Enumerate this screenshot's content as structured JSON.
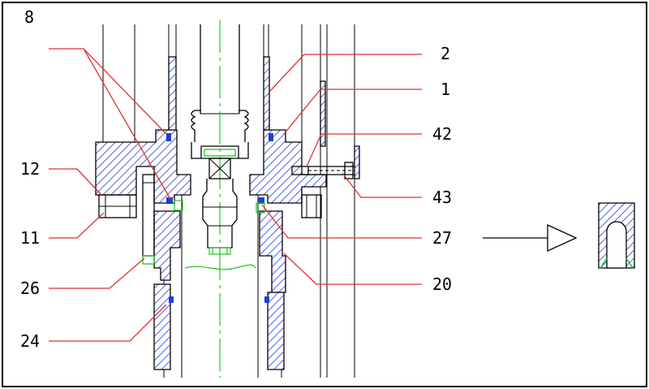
{
  "drawing": {
    "callouts": [
      {
        "id": "8",
        "text": "8"
      },
      {
        "id": "2",
        "text": "2"
      },
      {
        "id": "1",
        "text": "1"
      },
      {
        "id": "42",
        "text": "42"
      },
      {
        "id": "12",
        "text": "12"
      },
      {
        "id": "43",
        "text": "43"
      },
      {
        "id": "11",
        "text": "11"
      },
      {
        "id": "27",
        "text": "27"
      },
      {
        "id": "26",
        "text": "26"
      },
      {
        "id": "20",
        "text": "20"
      },
      {
        "id": "24",
        "text": "24"
      }
    ],
    "colors": {
      "outline": "#000000",
      "hatch": "#1f3fd6",
      "leader": "#e03030",
      "centerline": "#1fc51f",
      "seal": "#1f3fd6"
    }
  }
}
